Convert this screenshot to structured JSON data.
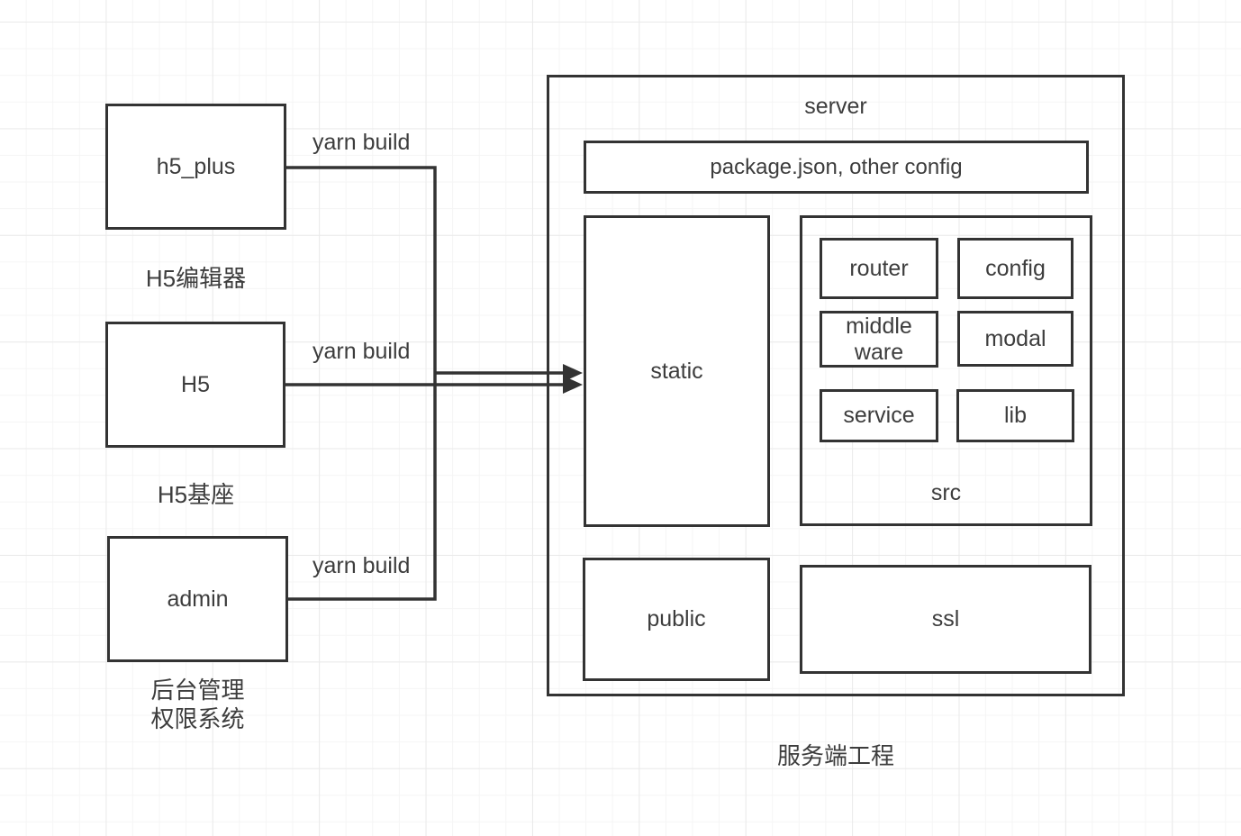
{
  "colors": {
    "stroke": "#333333",
    "text": "#3d3d3d",
    "background": "#ffffff",
    "grid_minor": "#f5f5f5",
    "grid_major": "#eaeaea"
  },
  "clients": [
    {
      "label": "h5_plus",
      "caption": "H5编辑器",
      "edge_label": "yarn build"
    },
    {
      "label": "H5",
      "caption": "H5基座",
      "edge_label": "yarn build"
    },
    {
      "label": "admin",
      "caption_line1": "后台管理",
      "caption_line2": "权限系统",
      "edge_label": "yarn build"
    }
  ],
  "server": {
    "title": "server",
    "caption": "服务端工程",
    "config_file_box": "package.json, other config",
    "static_label": "static",
    "public_label": "public",
    "ssl_label": "ssl",
    "src": {
      "label": "src",
      "modules": [
        {
          "label": "router"
        },
        {
          "label": "config"
        },
        {
          "label": "middle ware"
        },
        {
          "label": "modal"
        },
        {
          "label": "service"
        },
        {
          "label": "lib"
        }
      ]
    }
  }
}
